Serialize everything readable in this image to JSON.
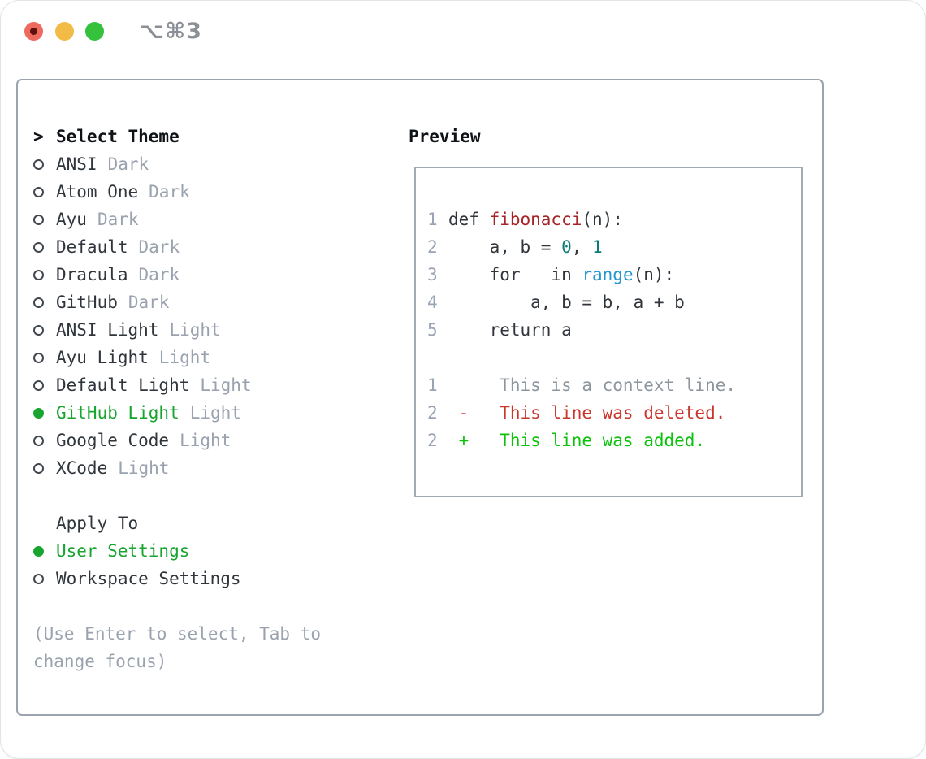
{
  "window": {
    "title": "⌥⌘3",
    "traffic_lights": [
      "close",
      "minimize",
      "maximize"
    ]
  },
  "colors": {
    "accent_green": "#17a52f",
    "added_green": "#0cc30c",
    "deleted_red": "#c9372c",
    "function_red": "#a82328",
    "builtin_blue": "#2196d1",
    "number_teal": "#0c7e78",
    "muted_gray": "#99a2ae",
    "line_number_gray": "#9aa4b5",
    "panel_border_gray": "#9ba4ae",
    "traffic_red": "#ee6a5f",
    "traffic_yellow": "#f2bb45",
    "traffic_green": "#35c13c"
  },
  "theme_panel": {
    "header": {
      "prompt": ">",
      "label": "Select Theme"
    },
    "themes": [
      {
        "name": "ANSI",
        "variant": "Dark",
        "selected": false
      },
      {
        "name": "Atom One",
        "variant": "Dark",
        "selected": false
      },
      {
        "name": "Ayu",
        "variant": "Dark",
        "selected": false
      },
      {
        "name": "Default",
        "variant": "Dark",
        "selected": false
      },
      {
        "name": "Dracula",
        "variant": "Dark",
        "selected": false
      },
      {
        "name": "GitHub",
        "variant": "Dark",
        "selected": false
      },
      {
        "name": "ANSI Light",
        "variant": "Light",
        "selected": false
      },
      {
        "name": "Ayu Light",
        "variant": "Light",
        "selected": false
      },
      {
        "name": "Default Light",
        "variant": "Light",
        "selected": false
      },
      {
        "name": "GitHub Light",
        "variant": "Light",
        "selected": true
      },
      {
        "name": "Google Code",
        "variant": "Light",
        "selected": false
      },
      {
        "name": "XCode",
        "variant": "Light",
        "selected": false
      }
    ],
    "apply_to": {
      "label": "Apply To",
      "options": [
        {
          "name": "User Settings",
          "selected": true
        },
        {
          "name": "Workspace Settings",
          "selected": false
        }
      ]
    },
    "hint": "(Use Enter to select, Tab to change focus)"
  },
  "preview": {
    "label": "Preview",
    "code_lines": [
      {
        "num": "1",
        "tokens": [
          {
            "t": "def ",
            "c": "plain"
          },
          {
            "t": "fibonacci",
            "c": "function"
          },
          {
            "t": "(n):",
            "c": "plain"
          }
        ]
      },
      {
        "num": "2",
        "tokens": [
          {
            "t": "    a, b = ",
            "c": "plain"
          },
          {
            "t": "0",
            "c": "number"
          },
          {
            "t": ", ",
            "c": "plain"
          },
          {
            "t": "1",
            "c": "number"
          }
        ]
      },
      {
        "num": "3",
        "tokens": [
          {
            "t": "    for _ in ",
            "c": "plain"
          },
          {
            "t": "range",
            "c": "builtin"
          },
          {
            "t": "(n):",
            "c": "plain"
          }
        ]
      },
      {
        "num": "4",
        "tokens": [
          {
            "t": "        a, b = b, a + b",
            "c": "plain"
          }
        ]
      },
      {
        "num": "5",
        "tokens": [
          {
            "t": "    return a",
            "c": "plain"
          }
        ]
      }
    ],
    "diff_lines": [
      {
        "num": "1",
        "tokens": [
          {
            "t": "     This is a context line.",
            "c": "context"
          }
        ]
      },
      {
        "num": "2",
        "tokens": [
          {
            "t": " -   This line was deleted.",
            "c": "deleted"
          }
        ]
      },
      {
        "num": "2",
        "tokens": [
          {
            "t": " +   This line was added.",
            "c": "added"
          }
        ]
      }
    ]
  }
}
